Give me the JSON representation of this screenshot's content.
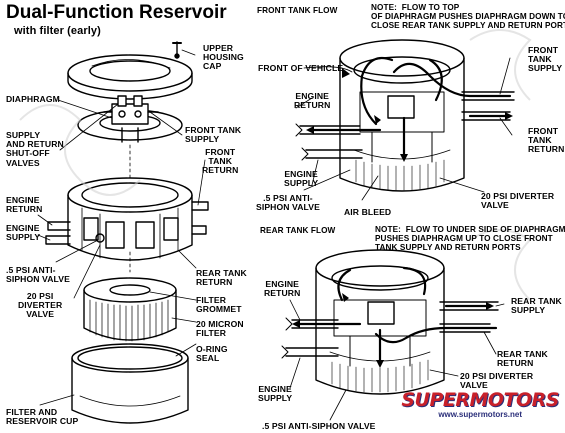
{
  "title": "Dual-Function Reservoir",
  "subtitle": "with filter (early)",
  "left": {
    "upper_housing_cap": "UPPER\nHOUSING\nCAP",
    "diaphragm": "DIAPHRAGM",
    "supply_return_valves": "SUPPLY\nAND RETURN\nSHUT-OFF\nVALVES",
    "front_tank_supply": "FRONT TANK\nSUPPLY",
    "front_tank_return": "FRONT\nTANK\nRETURN",
    "engine_return": "ENGINE\nRETURN",
    "engine_supply": "ENGINE\nSUPPLY",
    "anti_siphon": ".5 PSI ANTI-\nSIPHON VALVE",
    "diverter_valve": "20 PSI\nDIVERTER\nVALVE",
    "rear_tank_return": "REAR TANK\nRETURN",
    "filter_grommet": "FILTER\nGROMMET",
    "micron_filter": "20 MICRON\nFILTER",
    "oring_seal": "O-RING\nSEAL",
    "filter_cup": "FILTER AND\nRESERVOIR CUP"
  },
  "front_flow": {
    "heading": "FRONT TANK FLOW",
    "note": "NOTE:  FLOW TO TOP\nOF DIAPHRAGM PUSHES DIAPHRAGM DOWN TO\nCLOSE REAR TANK SUPPLY AND RETURN PORTS",
    "front_of_vehicle": "FRONT OF VEHICLE",
    "front_tank_supply": "FRONT\nTANK\nSUPPLY",
    "front_tank_return": "FRONT\nTANK\nRETURN",
    "engine_return": "ENGINE\nRETURN",
    "engine_supply": "ENGINE\nSUPPLY",
    "anti_siphon": ".5 PSI ANTI-\nSIPHON VALVE",
    "air_bleed": "AIR BLEED",
    "diverter_valve": "20 PSI DIVERTER\nVALVE"
  },
  "rear_flow": {
    "heading": "REAR TANK FLOW",
    "note": "NOTE:  FLOW TO UNDER SIDE OF DIAPHRAGM\nPUSHES DIAPHRAGM UP TO CLOSE FRONT\nTANK SUPPLY AND RETURN PORTS",
    "engine_return": "ENGINE\nRETURN",
    "rear_tank_supply": "REAR TANK\nSUPPLY",
    "rear_tank_return": "REAR TANK\nRETURN",
    "diverter_valve": "20 PSI DIVERTER\nVALVE",
    "engine_supply": "ENGINE\nSUPPLY",
    "anti_siphon": ".5 PSI ANTI-SIPHON VALVE"
  },
  "watermark": {
    "logo": "SUPERMOTORS",
    "url": "www.supermotors.net"
  }
}
